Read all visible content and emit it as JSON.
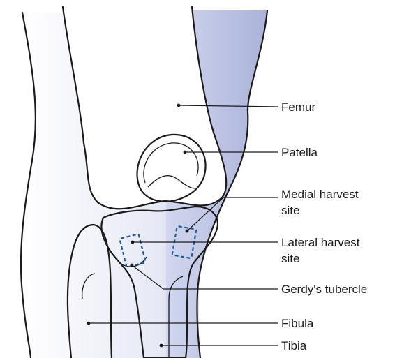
{
  "labels": {
    "femur": "Femur",
    "patella": "Patella",
    "medial_harvest_line1": "Medial harvest",
    "medial_harvest_line2": "site",
    "lateral_harvest_line1": "Lateral harvest",
    "lateral_harvest_line2": "site",
    "gerdys_tubercle": "Gerdy's tubercle",
    "fibula": "Fibula",
    "tibia": "Tibia"
  },
  "colors": {
    "background": "#ffffff",
    "skin_light": "#eef0f9",
    "skin_shade": "#bcc3e2",
    "bone": "#ffffff",
    "outline": "#1a1a1a",
    "harvest_site": "#1f5a9a"
  }
}
